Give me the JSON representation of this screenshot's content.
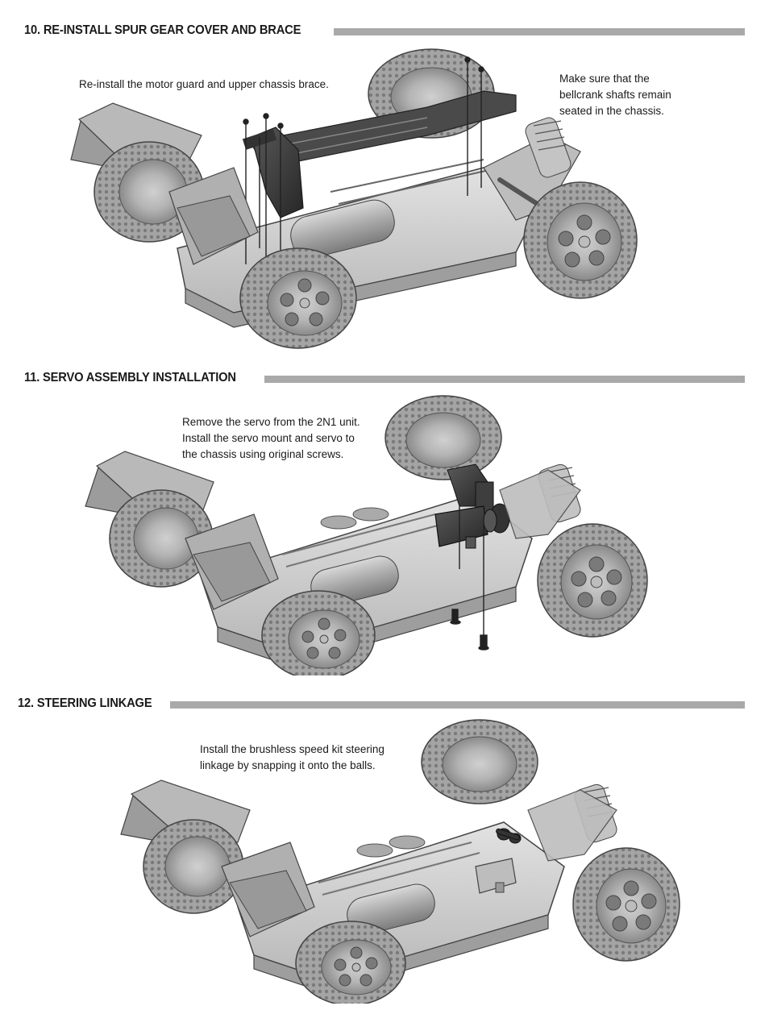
{
  "sections": [
    {
      "heading": "10. RE-INSTALL SPUR GEAR COVER AND BRACE",
      "notes": [
        {
          "lines": [
            "Re-install the motor guard and upper chassis brace."
          ]
        },
        {
          "lines": [
            "Make sure that the",
            "bellcrank shafts remain",
            "seated in the chassis."
          ]
        }
      ]
    },
    {
      "heading": "11. SERVO ASSEMBLY INSTALLATION",
      "notes": [
        {
          "lines": [
            "Remove the servo from the 2N1 unit.",
            "Install the servo mount and servo to",
            "the chassis using original screws."
          ]
        }
      ]
    },
    {
      "heading": "12. STEERING LINKAGE",
      "notes": [
        {
          "lines": [
            "Install the brushless speed kit steering",
            "linkage by snapping it onto the balls."
          ]
        }
      ]
    }
  ],
  "colors": {
    "rule": "#a9a9a9",
    "chassis": "#c8c8c8",
    "tire": "#9a9a9a",
    "part_dark": "#3a3a3a"
  }
}
